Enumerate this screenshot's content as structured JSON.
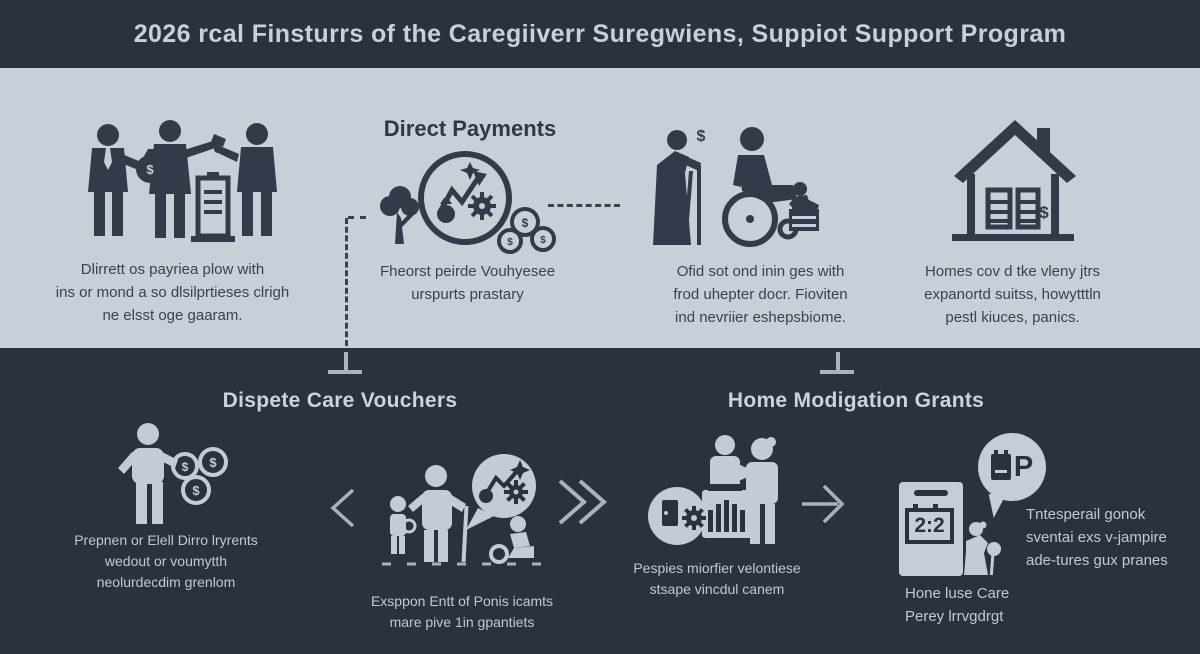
{
  "title": "2026 rcal Finsturrs of the Caregiiverr Suregwiens, Suppiot Support Program",
  "colors": {
    "background_light": "#c7d0d8",
    "background_dark": "#2b313f",
    "icon_dark": "#333b4b",
    "icon_light": "#c3cbd7",
    "text_dark": "#3a4150",
    "text_light": "#c6cdd9"
  },
  "top": {
    "p1": {
      "icon": "caregiver-trio-money-bag-icon",
      "bag_dollar": "$",
      "caption": [
        "Dlirrett os payriea plow with",
        "ins or mond a so dlsilprtieses clrigh",
        "ne elsst oge gaaram."
      ]
    },
    "p2": {
      "heading": "Direct Payments",
      "icon": "growth-chart-gear-circle-icon",
      "coins": [
        "$",
        "$",
        "$"
      ],
      "caption": [
        "Fheorst peirde Vouhyesee",
        "urspurts prastary"
      ]
    },
    "p3": {
      "icon": "elder-cane-wheelchair-icon",
      "dollar": "$",
      "caption": [
        "Ofid sot ond inin ges with",
        "frod uhepter docr. Fioviten",
        "ind nevriier eshepsbiome."
      ]
    },
    "p4": {
      "icon": "house-dollar-icon",
      "dollar": "$",
      "caption": [
        "Homes cov d tke vleny jtrs",
        "expanortd suitss, howytttln",
        "pestl kiuces, panics."
      ]
    }
  },
  "bottom": {
    "left_heading": "Dispete Care Vouchers",
    "right_heading": "Home Modigation Grants",
    "p1": {
      "icon": "person-with-coins-icon",
      "coins": [
        "$",
        "$",
        "$"
      ],
      "caption": [
        "Prepnen or Elell Dirro lryrents",
        "wedout or voumytth",
        "neolurdecdim grenlom"
      ]
    },
    "p2": {
      "icon": "family-care-speech-bubble-icon",
      "caption": [
        "Exsppon Entt of Ponis icamts",
        "mare pive 1in gpantiets"
      ]
    },
    "p3": {
      "icon": "handshake-services-chart-icon",
      "caption": [
        "Pespies miorfier velontiese",
        "stsape vincdul canem"
      ]
    },
    "p4": {
      "icon": "care-schedule-phone-icon",
      "calendar_value": "2:2",
      "bubble_letter": "P",
      "caption": [
        "Hone luse Care",
        "Perey lrrvgdrgt"
      ],
      "note": [
        "Tntesperail gonok",
        "sventai exs v-jampire",
        "ade-tures gux pranes"
      ]
    }
  }
}
